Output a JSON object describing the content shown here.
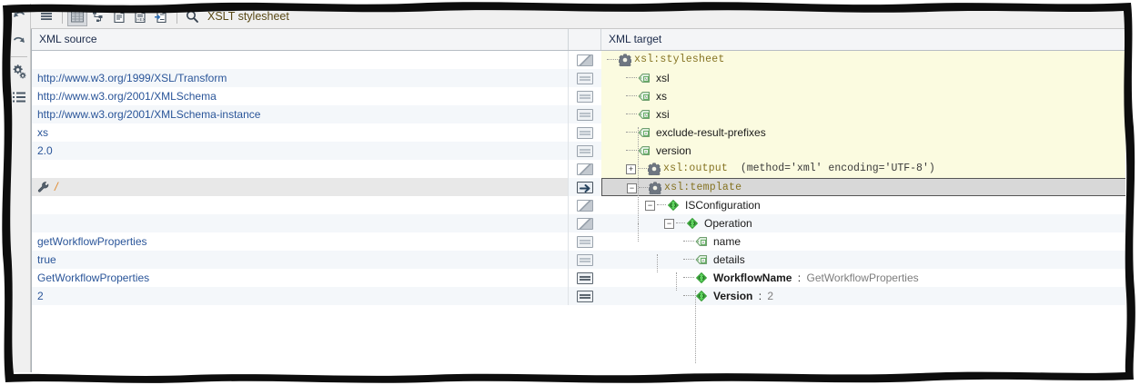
{
  "toolbar": {
    "buttons": [
      {
        "name": "menu-lines-icon",
        "icon": "menu-lines"
      },
      {
        "name": "grid-table-icon",
        "icon": "grid-table",
        "selected": true
      },
      {
        "name": "tree-structure-icon",
        "icon": "tree-structure"
      },
      {
        "name": "text-document-icon",
        "icon": "text-document"
      },
      {
        "name": "hex-document-icon",
        "icon": "hex-document"
      },
      {
        "name": "document-insert-icon",
        "icon": "document-insert"
      },
      {
        "name": "search-icon",
        "icon": "search"
      }
    ],
    "label": "XSLT stylesheet"
  },
  "left_strip": {
    "buttons": [
      {
        "name": "undo-icon",
        "icon": "undo"
      },
      {
        "name": "redo-icon",
        "icon": "redo"
      },
      {
        "name": "gears-icon",
        "icon": "gears"
      },
      {
        "name": "list-icon",
        "icon": "list"
      }
    ]
  },
  "headers": {
    "source": "XML source",
    "target": "XML target"
  },
  "rows": [
    {
      "source": "",
      "connector": "diag",
      "indent": 0,
      "expander": "",
      "icon": "gear",
      "label": "xsl:stylesheet",
      "style": "xsl",
      "highlight": true,
      "args": ""
    },
    {
      "source": "http://www.w3.org/1999/XSL/Transform",
      "connector": "bars-light",
      "indent": 1,
      "expander": "",
      "icon": "namespace",
      "label": "xsl",
      "style": "plain",
      "highlight": true,
      "args": ""
    },
    {
      "source": "http://www.w3.org/2001/XMLSchema",
      "connector": "bars-light",
      "indent": 1,
      "expander": "",
      "icon": "namespace",
      "label": "xs",
      "style": "plain",
      "highlight": true,
      "args": ""
    },
    {
      "source": "http://www.w3.org/2001/XMLSchema-instance",
      "connector": "bars-light",
      "indent": 1,
      "expander": "",
      "icon": "namespace",
      "label": "xsi",
      "style": "plain",
      "highlight": true,
      "args": ""
    },
    {
      "source": "xs",
      "connector": "bars-light",
      "indent": 1,
      "expander": "",
      "icon": "attribute",
      "label": "exclude-result-prefixes",
      "style": "plain",
      "highlight": true,
      "args": ""
    },
    {
      "source": "2.0",
      "connector": "bars-light",
      "indent": 1,
      "expander": "",
      "icon": "attribute",
      "label": "version",
      "style": "plain",
      "highlight": true,
      "args": ""
    },
    {
      "source": "",
      "connector": "diag",
      "indent": 1,
      "expander": "plus",
      "icon": "gear",
      "label": "xsl:output",
      "style": "xsl",
      "highlight": true,
      "args": "(method='xml' encoding='UTF-8')"
    },
    {
      "source": "/",
      "source_icon": "wrench",
      "source_style": "grey",
      "connector": "arrow",
      "indent": 1,
      "expander": "minus",
      "icon": "gear",
      "label": "xsl:template",
      "style": "xsl",
      "highlight": false,
      "selected": true,
      "args": ""
    },
    {
      "source": "",
      "connector": "diag",
      "indent": 2,
      "expander": "minus",
      "icon": "element",
      "label": "ISConfiguration",
      "style": "element",
      "highlight": false,
      "args": ""
    },
    {
      "source": "",
      "connector": "diag",
      "indent": 3,
      "expander": "minus",
      "icon": "element",
      "label": "Operation",
      "style": "element",
      "highlight": false,
      "args": ""
    },
    {
      "source": "getWorkflowProperties",
      "connector": "bars-light",
      "indent": 4,
      "expander": "",
      "icon": "attribute",
      "label": "name",
      "style": "plain",
      "highlight": false,
      "args": ""
    },
    {
      "source": "true",
      "connector": "bars-light",
      "indent": 4,
      "expander": "",
      "icon": "attribute",
      "label": "details",
      "style": "plain",
      "highlight": false,
      "args": ""
    },
    {
      "source": "GetWorkflowProperties",
      "connector": "bars-dark",
      "indent": 4,
      "expander": "",
      "icon": "element",
      "label": "WorkflowName",
      "style": "element-value",
      "value": "GetWorkflowProperties",
      "highlight": false,
      "args": ""
    },
    {
      "source": "2",
      "connector": "bars-dark",
      "indent": 4,
      "expander": "",
      "icon": "element",
      "label": "Version",
      "style": "element-value",
      "value": "2",
      "highlight": false,
      "args": ""
    }
  ],
  "colors": {
    "source_text": "#2a5599",
    "xsl_name": "#857322",
    "highlight_row": "#fbfbe0",
    "toolbar_label": "#5a4a17",
    "xpath_value": "#e08a2e",
    "element_green": "#5fd35f"
  }
}
